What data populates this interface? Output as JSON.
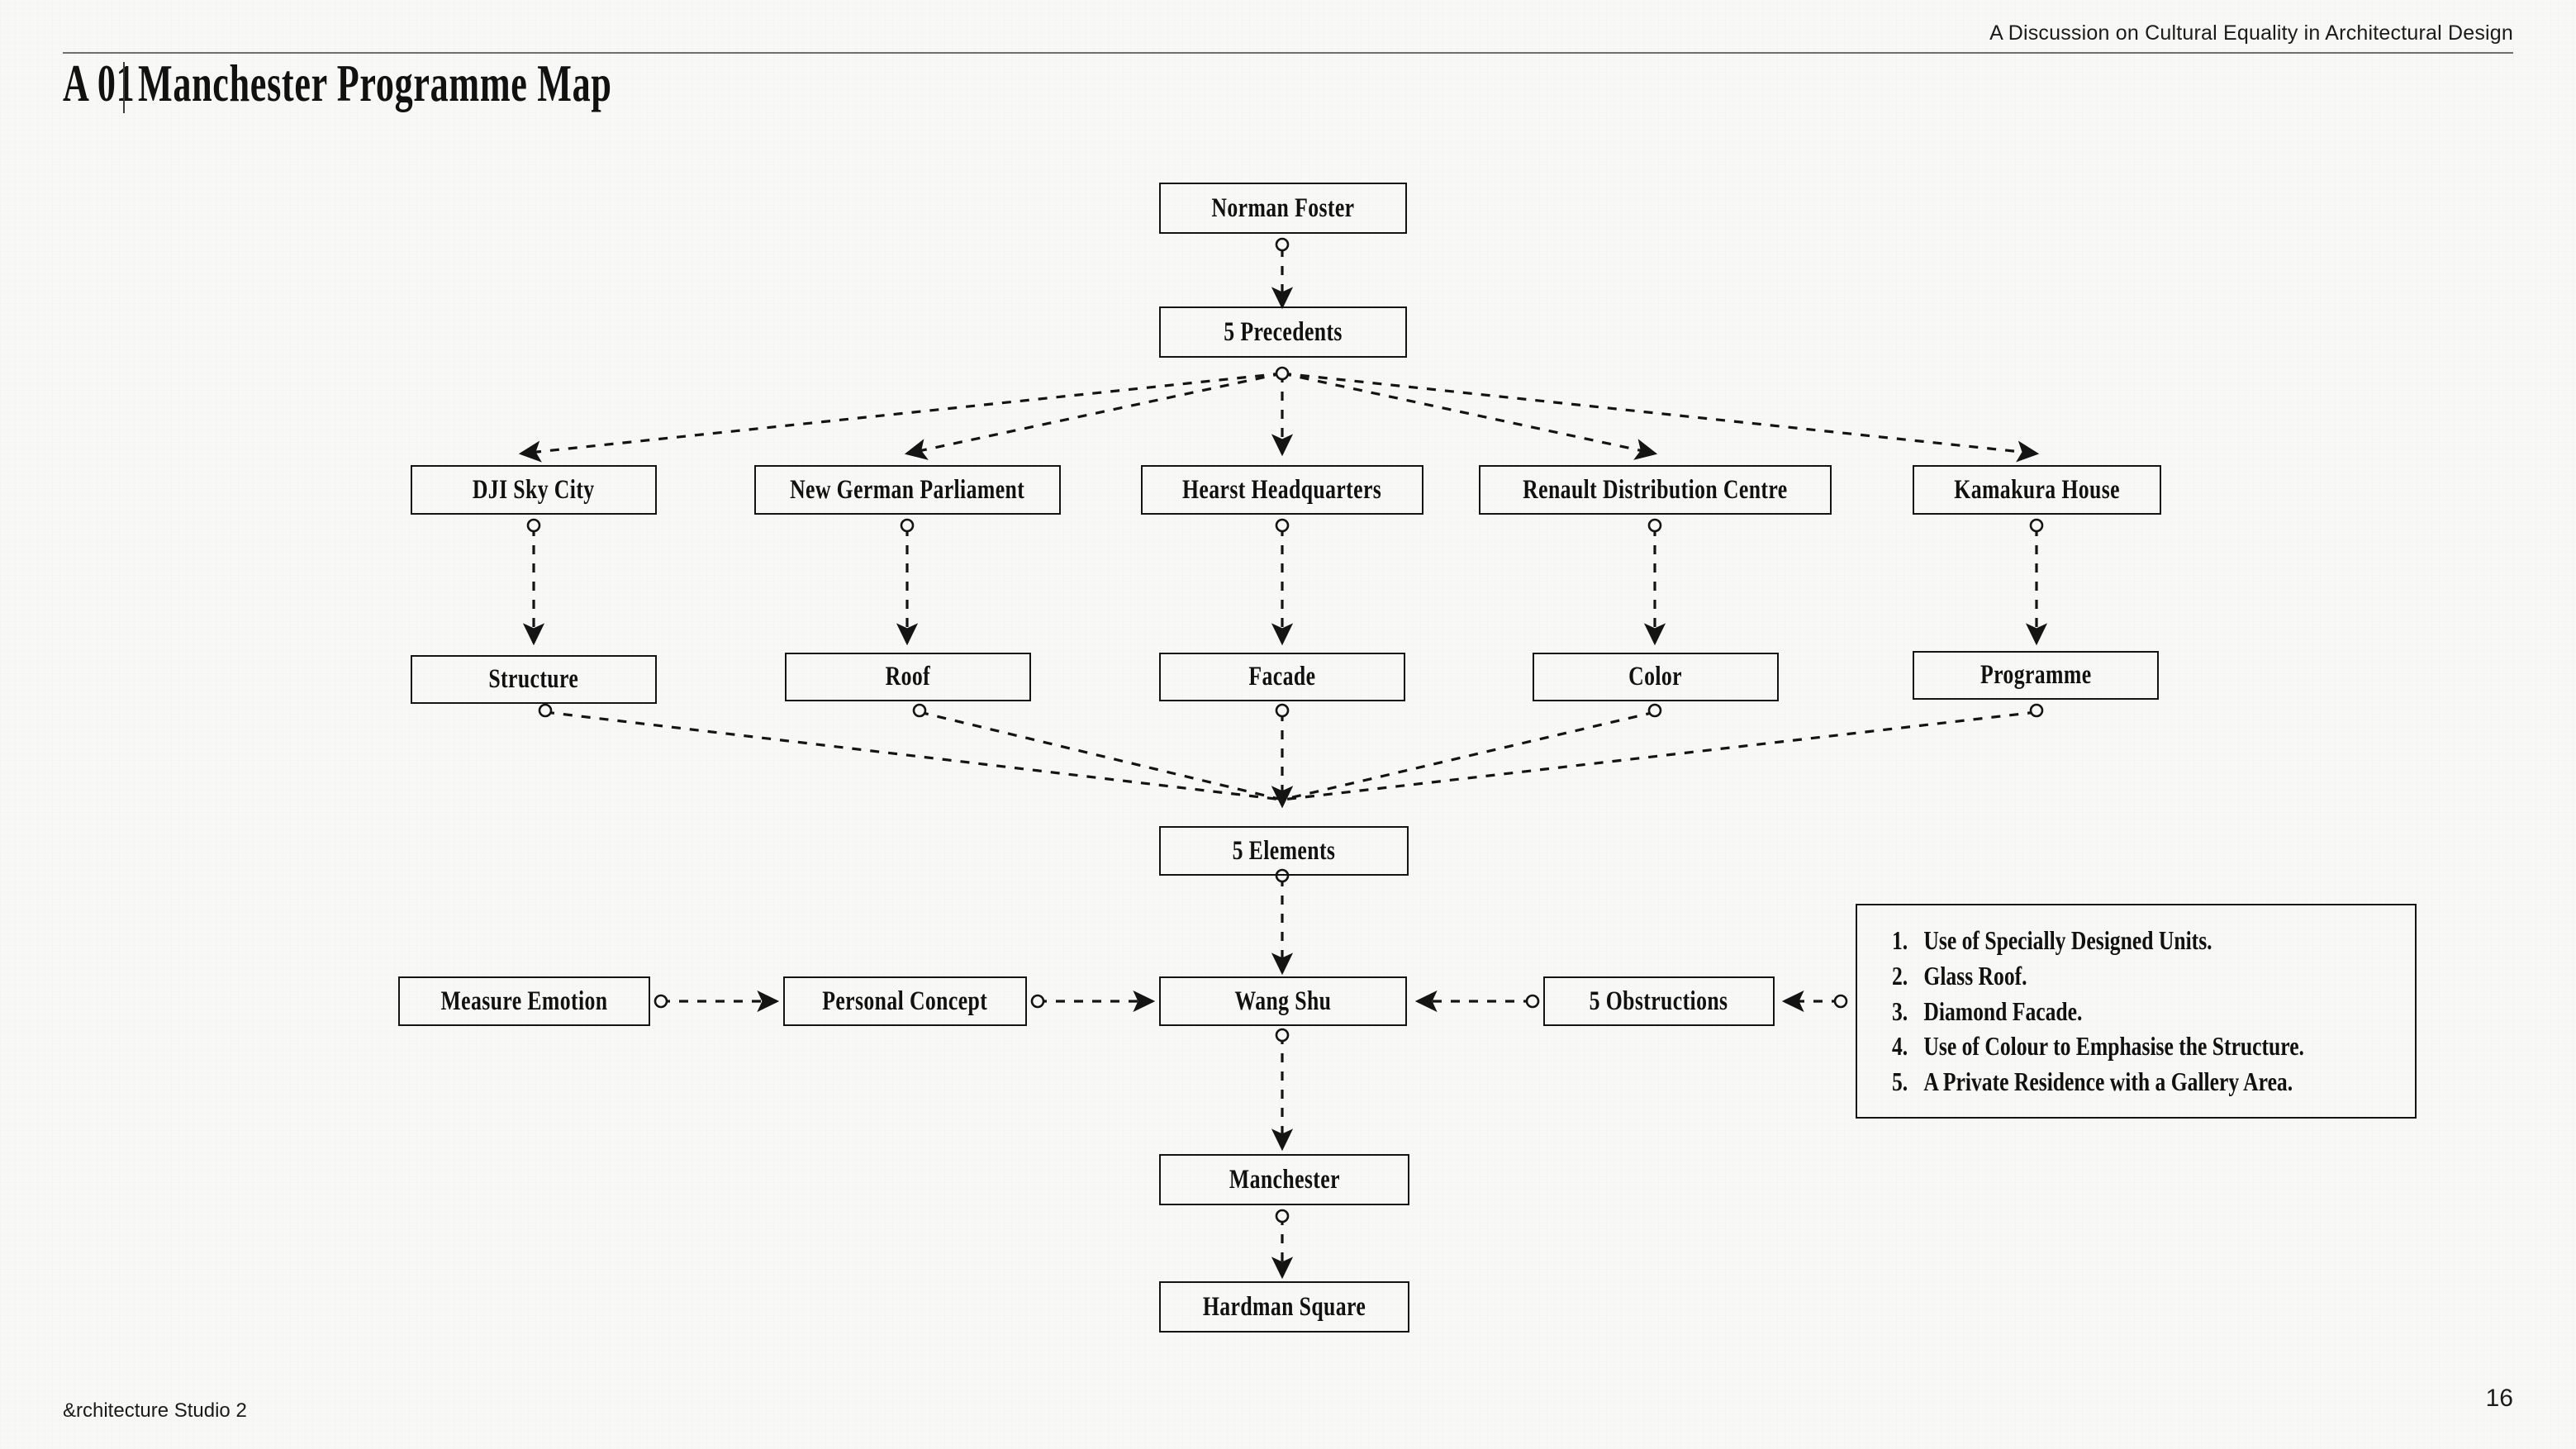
{
  "header": {
    "note": "A Discussion on Cultural Equality in Architectural Design"
  },
  "title": {
    "code": "A 01",
    "main": "Manchester Programme Map"
  },
  "footer": {
    "studio": "&rchitecture Studio 2",
    "page": "16"
  },
  "colors": {
    "ink": "#141414",
    "paper": "#f8f8f7",
    "rule": "#6e6e70"
  },
  "diagram": {
    "nodes": {
      "norman_foster": "Norman Foster",
      "five_precedents": "5 Precedents",
      "dji_sky_city": "DJI Sky City",
      "new_german_parliament": "New German Parliament",
      "hearst_headquarters": "Hearst Headquarters",
      "renault_distribution_centre": "Renault Distribution Centre",
      "kamakura_house": "Kamakura House",
      "structure": "Structure",
      "roof": "Roof",
      "facade": "Facade",
      "color": "Color",
      "programme": "Programme",
      "five_elements": "5 Elements",
      "measure_emotion": "Measure Emotion",
      "personal_concept": "Personal Concept",
      "wang_shu": "Wang Shu",
      "five_obstructions": "5 Obstructions",
      "manchester": "Manchester",
      "hardman_square": "Hardman Square"
    },
    "obstruction_list": [
      {
        "num": "1.",
        "text": "Use of Specially Designed Units."
      },
      {
        "num": "2.",
        "text": "Glass Roof."
      },
      {
        "num": "3.",
        "text": "Diamond Facade."
      },
      {
        "num": "4.",
        "text": "Use of Colour to Emphasise the Structure."
      },
      {
        "num": "5.",
        "text": "A Private Residence with a Gallery Area."
      }
    ]
  }
}
